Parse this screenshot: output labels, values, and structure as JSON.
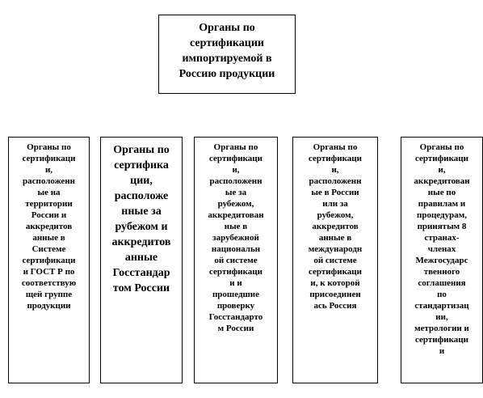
{
  "root": {
    "text": "Органы по\nсертификации\nимпортируемой в\nРоссию продукции"
  },
  "children": [
    {
      "text": "Органы по\nсертификаци\nи,\nрасположенн\nые на\nтерритории\nРоссии и\nаккредитов\nанные в\nСистеме\nсертификаци\nи ГОСТ Р по\nсоответствую\nщей группе\nпродукции"
    },
    {
      "text": "Органы по\nсертифика\nции,\nрасположе\nнные за\nрубежом и\nаккредитов\nанные\nГосстандар\nтом России"
    },
    {
      "text": "Органы по\nсертификаци\nи,\nрасположенн\nые за\nрубежом,\nаккредитован\nные в\nзарубежной\nнациональн\nой системе\nсертификаци\nи и\nпрошедшие\nпроверку\nГосстандарто\nм России"
    },
    {
      "text": "Органы по\nсертификаци\nи,\nрасположенн\nые в России\nили за\nрубежом,\nаккредитов\nанные в\nмеждународн\nой системе\nсертификаци\nи, к которой\nприсоединен\nась Россия"
    },
    {
      "text": "Органы по\nсертификаци\nи,\nаккредитован\nные по\nправилам и\nпроцедурам,\nпринятым 8\nстранах-\nчленах\nМежгосударс\nтвенного\nсоглашения\nпо\nстандартизац\nии,\nметрологии и\nсертификаци\nи"
    }
  ]
}
